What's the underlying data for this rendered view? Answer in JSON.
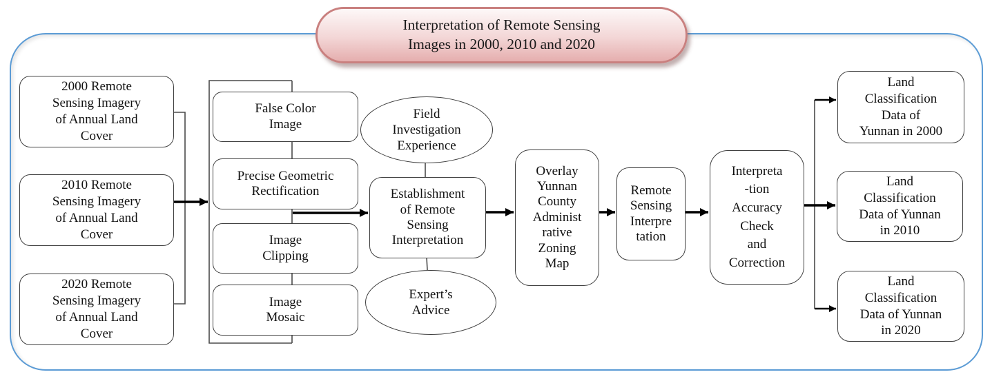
{
  "diagram": {
    "title": "Interpretation of Remote Sensing\nImages in 2000, 2010 and 2020",
    "colors": {
      "container_border": "#5b9bd5",
      "title_border": "#c9807f",
      "title_fill_top": "#fdf8f8",
      "title_fill_mid": "#f3d6d6",
      "title_fill_bottom": "#e5aeae",
      "node_border": "#3f3f3f",
      "arrow": "#000000",
      "thin_line": "#4a4a4a"
    },
    "nodes": {
      "input_2000": "2000 Remote\nSensing Imagery\nof Annual Land\nCover",
      "input_2010": "2010 Remote\nSensing Imagery\nof Annual Land\nCover",
      "input_2020": "2020 Remote\nSensing Imagery\nof Annual Land\nCover",
      "false_color": "False Color\nImage",
      "rectification": "Precise Geometric\nRectification",
      "clipping": "Image\nClipping",
      "mosaic": "Image\nMosaic",
      "field_experience": "Field\nInvestigation\nExperience",
      "expert_advice": "Expert’s\nAdvice",
      "establishment": "Establishment\nof Remote\nSensing\nInterpretation",
      "overlay": "Overlay\nYunnan\nCounty\nAdminist\nrative\nZoning\nMap",
      "interpretation": "Remote\nSensing\nInterpre\ntation",
      "accuracy": "Interpreta\n-tion\nAccuracy\nCheck\nand\nCorrection",
      "output_2000": "Land\nClassification\nData of\nYunnan in 2000",
      "output_2010": "Land\nClassification\nData of Yunnan\nin 2010",
      "output_2020": "Land\nClassification\nData of Yunnan\nin 2020"
    }
  }
}
